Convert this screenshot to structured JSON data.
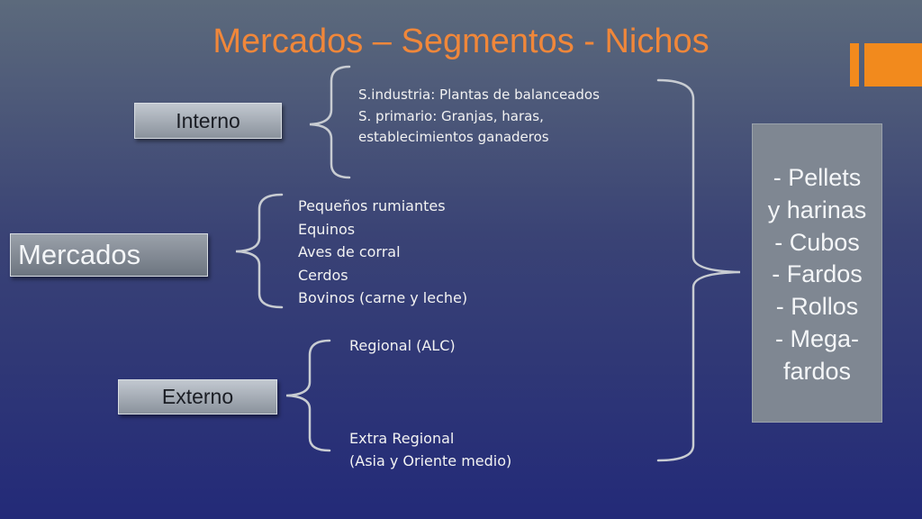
{
  "title": "Mercados – Segmentos - Nichos",
  "colors": {
    "title": "#f0873a",
    "logo": "#f28a1d",
    "bracket": "#c8ccd2"
  },
  "nodes": {
    "mercados": "Mercados",
    "interno": "Interno",
    "externo": "Externo"
  },
  "interno_segments": [
    "S.industria: Plantas de balanceados",
    "S. primario: Granjas, haras,",
    "establecimientos ganaderos"
  ],
  "nichos": [
    "Pequeños rumiantes",
    "Equinos",
    "Aves de corral",
    "Cerdos",
    "Bovinos (carne y leche)"
  ],
  "externo_segments": {
    "regional": "Regional (ALC)",
    "extra_regional": [
      "Extra Regional",
      "(Asia y Oriente medio)"
    ]
  },
  "products": [
    "- Pellets",
    "y harinas",
    "- Cubos",
    "- Fardos",
    "- Rollos",
    "- Mega-",
    "fardos"
  ]
}
